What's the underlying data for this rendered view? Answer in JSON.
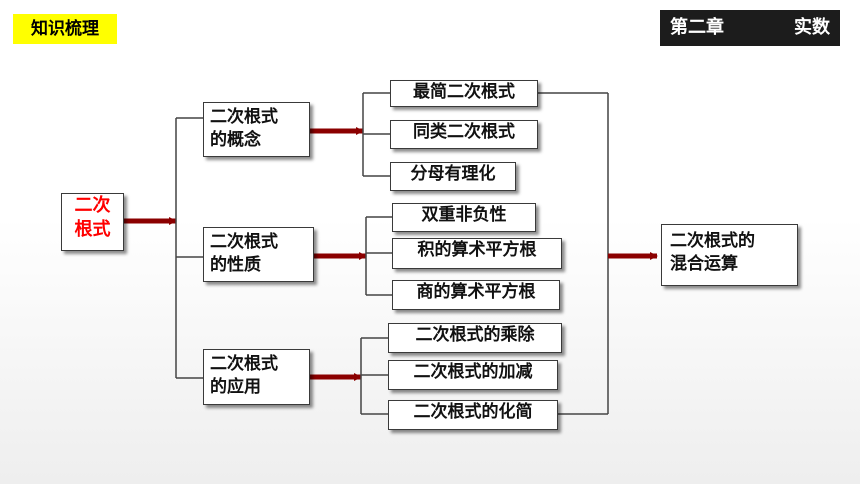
{
  "header": {
    "section_tag": "知识梳理",
    "chapter": "第二章",
    "chapter_title": "实数"
  },
  "mindmap": {
    "root": [
      "二次",
      "根式"
    ],
    "branches": [
      {
        "title": [
          "二次根式",
          "的概念"
        ],
        "items": [
          "最简二次根式",
          "同类二次根式",
          "分母有理化"
        ]
      },
      {
        "title": [
          "二次根式",
          "的性质"
        ],
        "items": [
          "双重非负性",
          "积的算术平方根",
          "商的算术平方根"
        ]
      },
      {
        "title": [
          "二次根式",
          "的应用"
        ],
        "items": [
          "二次根式的乘除",
          "二次根式的加减",
          "二次根式的化简"
        ]
      }
    ],
    "result": [
      "二次根式的",
      "混合运算"
    ]
  },
  "colors": {
    "tag_background": "#ffff00",
    "chapter_background": "#1c1c1c",
    "arrow": "#8b0000",
    "root_text": "#ff0000"
  }
}
